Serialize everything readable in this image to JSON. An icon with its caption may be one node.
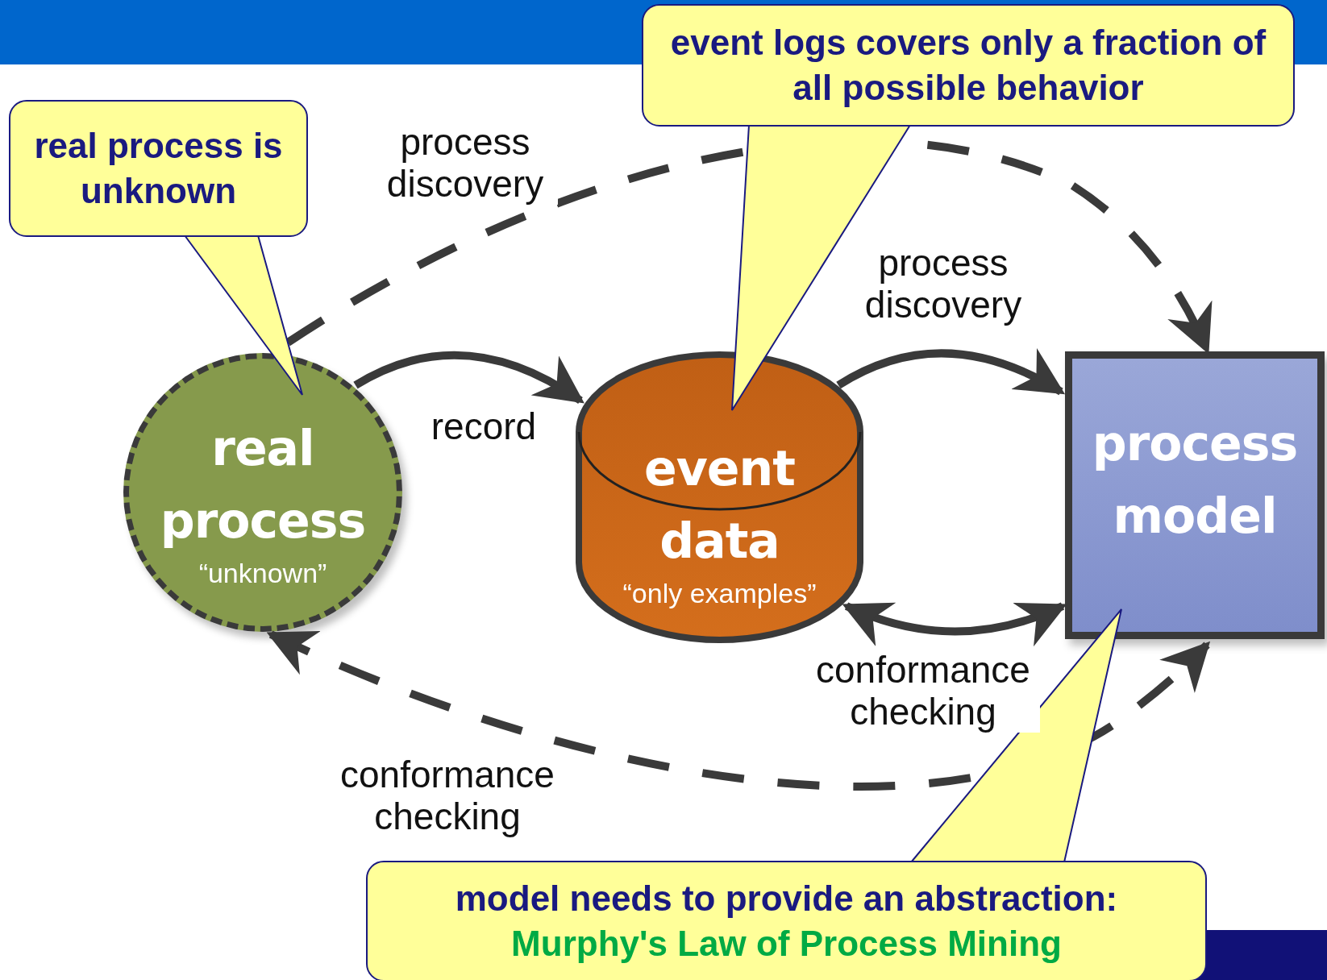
{
  "diagram": {
    "nodes": [
      {
        "text": [
          "real process",
          "“unknown”"
        ]
      },
      {
        "text": [
          "event data",
          "“only examples”"
        ]
      },
      {
        "text": [
          "process model"
        ]
      },
      {
        "text": [
          "real process is unknown"
        ]
      },
      {
        "text": [
          "event logs covers only a fraction of all possible behavior"
        ]
      },
      {
        "text": [
          "model needs to provide an abstraction:",
          "Murphy's Law of Process Mining"
        ]
      }
    ],
    "edges": [
      {
        "from": 0,
        "to": 1,
        "arrow": "to",
        "label": "record"
      },
      {
        "from": 1,
        "to": 2,
        "arrow": "to",
        "label": "process discovery"
      },
      {
        "from": 1,
        "to": 2,
        "arrow": "both",
        "label": "conformance checking"
      },
      {
        "from": 0,
        "to": 2,
        "arrow": "to",
        "label": "process discovery",
        "style": "dashed"
      },
      {
        "from": 0,
        "to": 2,
        "arrow": "both",
        "label": "conformance checking",
        "style": "dashed"
      }
    ]
  }
}
